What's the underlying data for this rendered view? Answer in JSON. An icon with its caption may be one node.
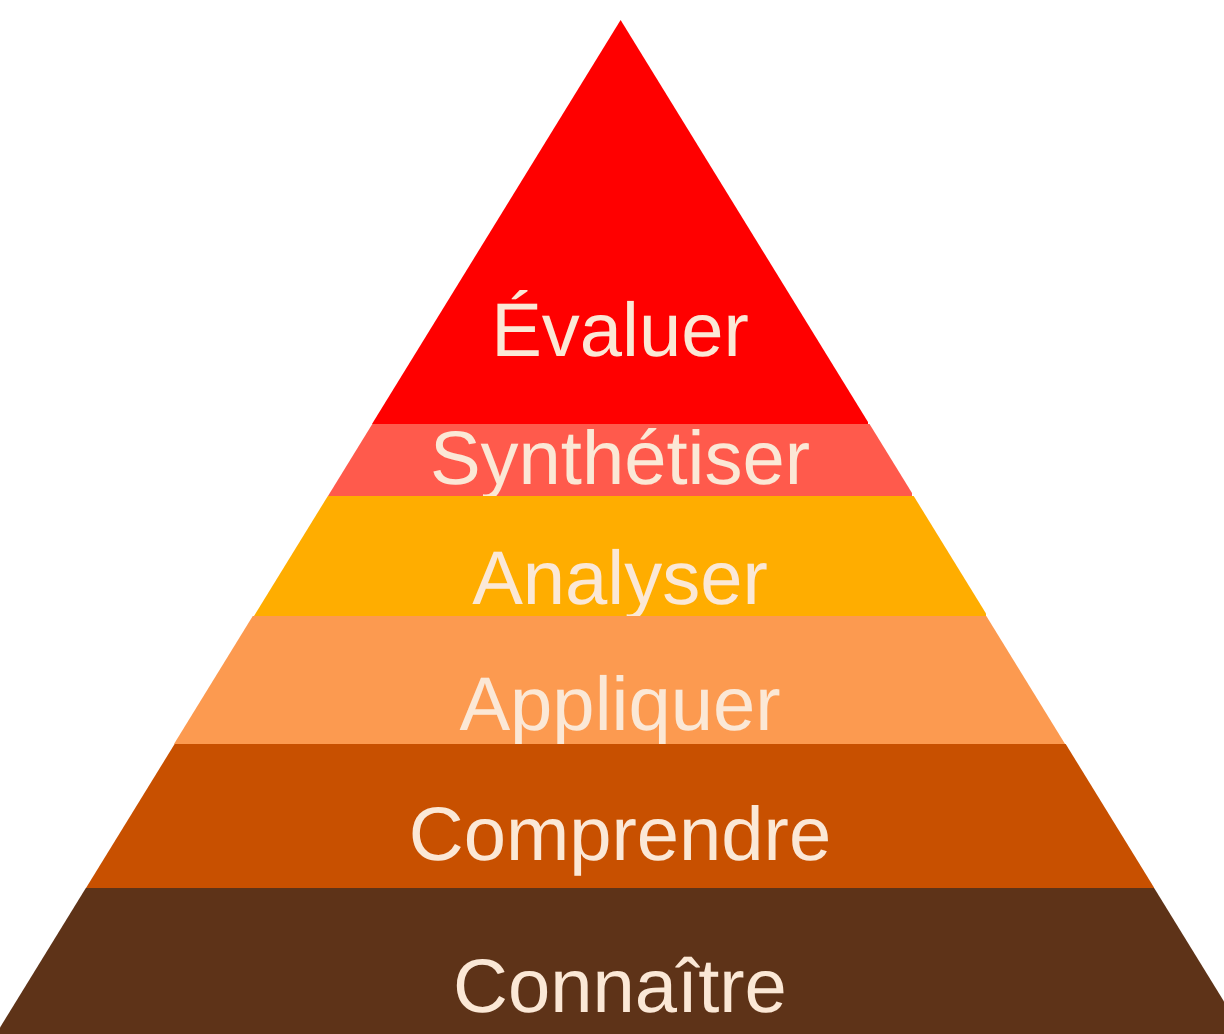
{
  "diagram": {
    "nodes": [
      {
        "text": [
          "Évaluer"
        ]
      },
      {
        "text": [
          "Synthétiser"
        ]
      },
      {
        "text": [
          "Analyser"
        ]
      },
      {
        "text": [
          "Appliquer"
        ]
      },
      {
        "text": [
          "Comprendre"
        ]
      },
      {
        "text": [
          "Connaître"
        ]
      }
    ]
  }
}
